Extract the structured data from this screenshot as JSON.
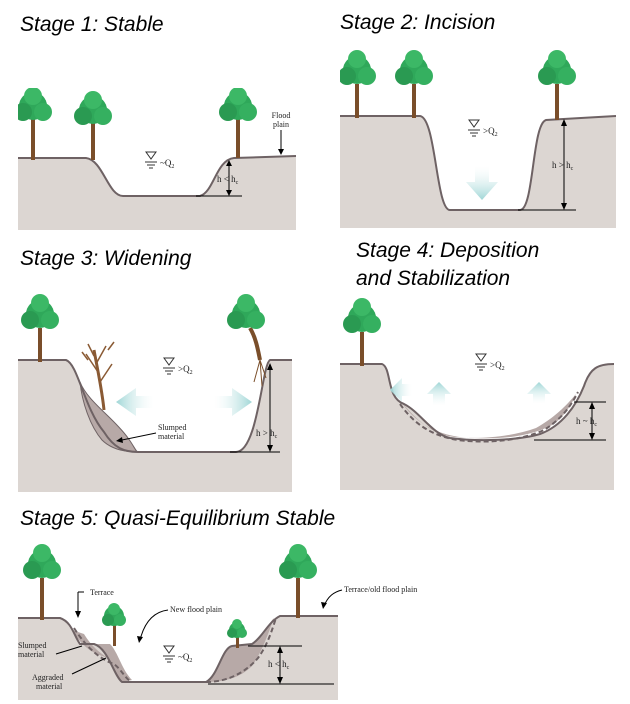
{
  "stages": [
    {
      "title": "Stage 1: Stable",
      "flow": "~Q",
      "flow_sub": "2",
      "h_rel": "h < h",
      "h_sub": "c",
      "labels": {
        "flood_plain": [
          "Flood",
          "plain"
        ]
      }
    },
    {
      "title": "Stage 2: Incision",
      "flow": ">Q",
      "flow_sub": "2",
      "h_rel": "h > h",
      "h_sub": "c"
    },
    {
      "title": "Stage 3: Widening",
      "flow": ">Q",
      "flow_sub": "2",
      "h_rel": "h > h",
      "h_sub": "c",
      "labels": {
        "slumped": [
          "Slumped",
          "material"
        ]
      }
    },
    {
      "title_lines": [
        "Stage 4: Deposition",
        "and Stabilization"
      ],
      "flow": ">Q",
      "flow_sub": "2",
      "h_rel": "h ~ h",
      "h_sub": "c"
    },
    {
      "title": "Stage 5: Quasi-Equilibrium Stable",
      "flow": "~Q",
      "flow_sub": "2",
      "h_rel": "h < h",
      "h_sub": "c",
      "labels": {
        "terrace": "Terrace",
        "new_flood_plain": "New flood plain",
        "terrace_old": "Terrace/old flood plain",
        "slumped": [
          "Slumped",
          "material"
        ],
        "aggraded": [
          "Aggraded",
          "material"
        ]
      }
    }
  ],
  "colors": {
    "ground": "#dcd6d2",
    "outline": "#6e6264",
    "deposit": "#b7a9a7",
    "arrow": "#a6dada",
    "tree": "#2fa85a",
    "trunk": "#7a4e2a"
  }
}
